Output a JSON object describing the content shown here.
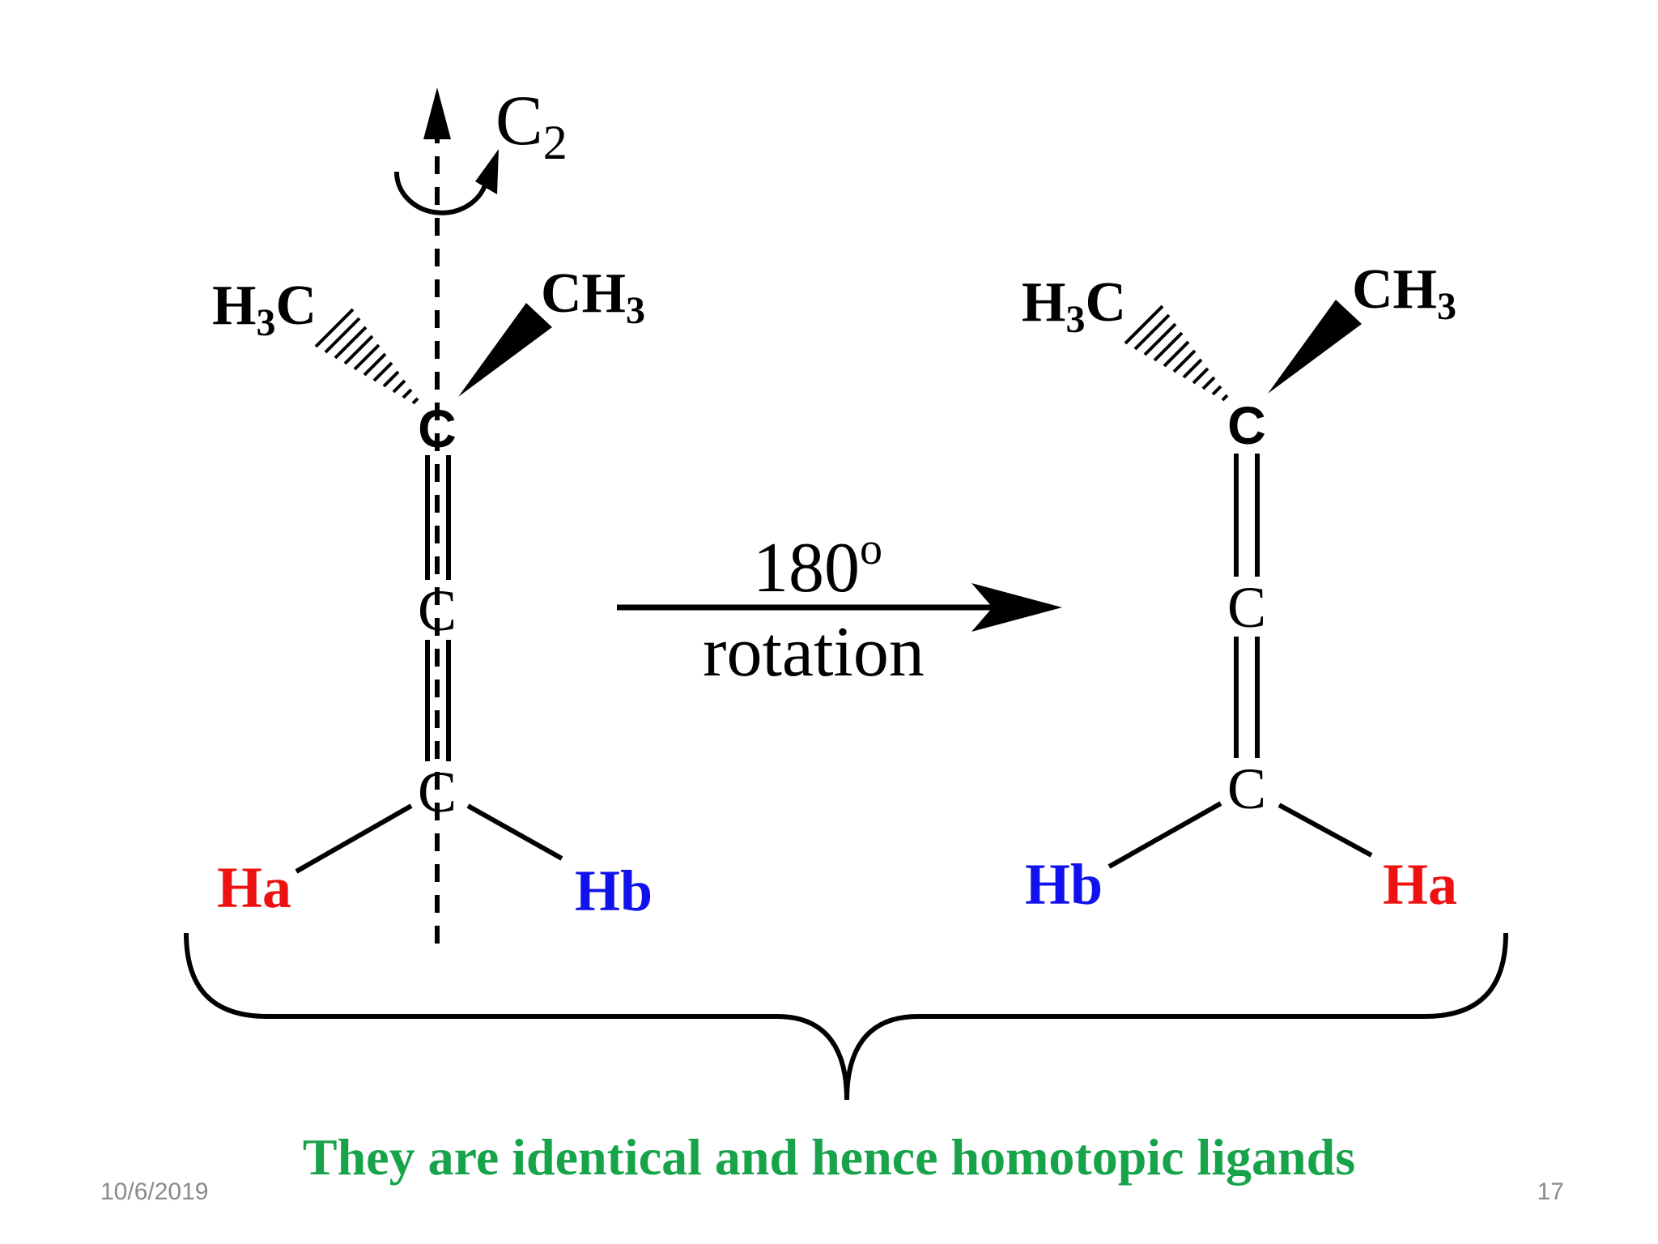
{
  "slide": {
    "date": "10/6/2019",
    "page_number": "17",
    "caption": "They are identical and hence homotopic ligands",
    "caption_color": "#17a34a"
  },
  "axis": {
    "label_main": "C",
    "label_sub": "2"
  },
  "arrow": {
    "angle_base": "180",
    "angle_sup": "o",
    "label": "rotation"
  },
  "left_molecule": {
    "methyl_left_main": "H",
    "methyl_left_sub": "3",
    "methyl_left_tail": "C",
    "methyl_right_main": "CH",
    "methyl_right_sub": "3",
    "carbon_top": "C",
    "carbon_mid": "C",
    "carbon_bottom": "C",
    "h_left": "Ha",
    "h_right": "Hb"
  },
  "right_molecule": {
    "methyl_left_main": "H",
    "methyl_left_sub": "3",
    "methyl_left_tail": "C",
    "methyl_right_main": "CH",
    "methyl_right_sub": "3",
    "carbon_top": "C",
    "carbon_mid": "C",
    "carbon_bottom": "C",
    "h_left": "Hb",
    "h_right": "Ha"
  },
  "colors": {
    "ha": "#ee1111",
    "hb": "#1111ee",
    "ink": "#000000"
  }
}
